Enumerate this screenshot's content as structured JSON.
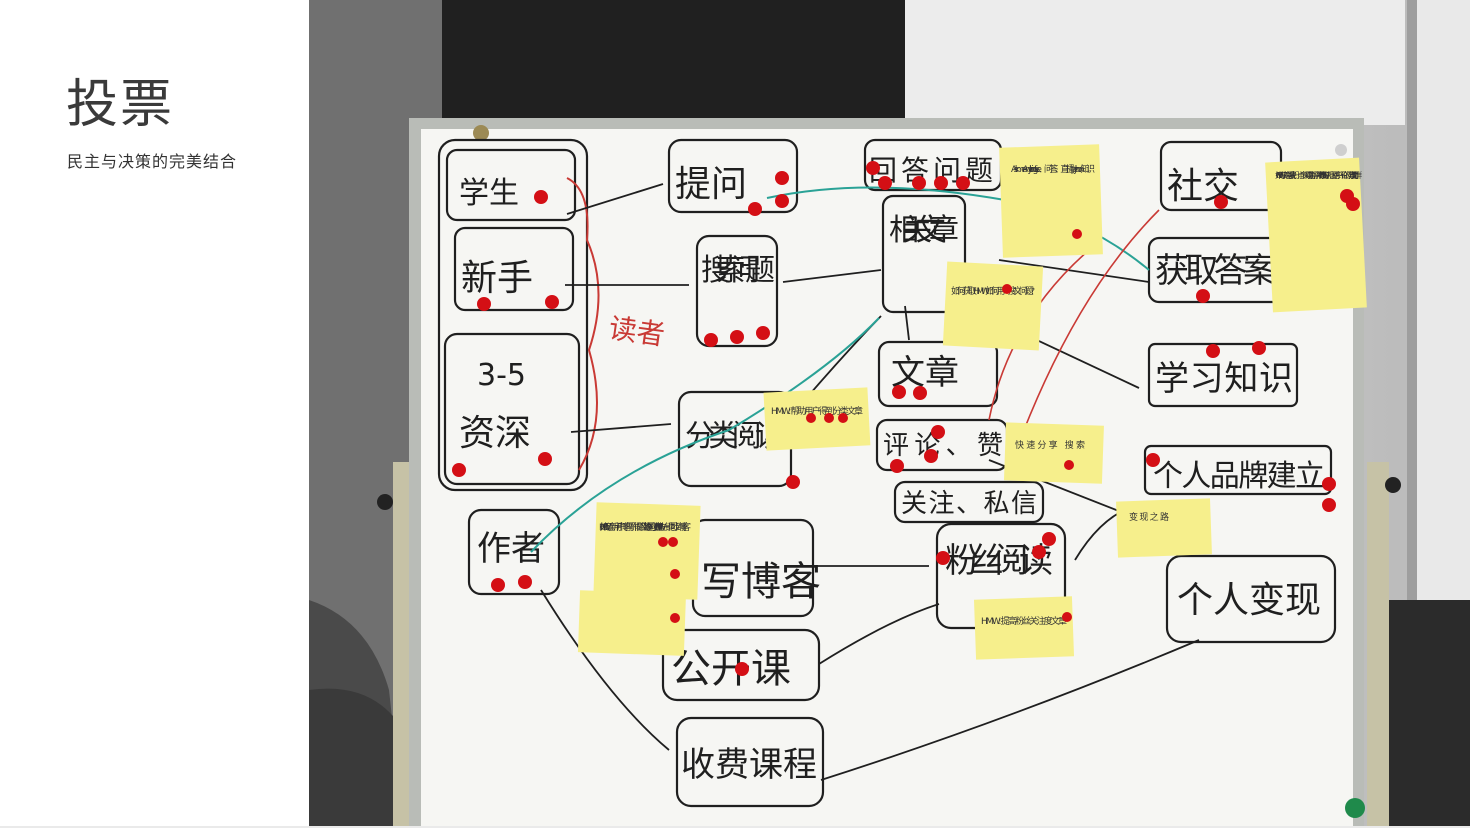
{
  "header": {
    "title": "投票",
    "subtitle": "民主与决策的完美结合"
  },
  "photo": {
    "board": {
      "labels": {
        "student": "学生",
        "newbie": "新手",
        "years": "3-5",
        "veteran": "资深",
        "reader": "读者",
        "author": "作者",
        "ask": "提问",
        "search": "搜索问题",
        "category": "分类阅读",
        "qa": "回答问题",
        "related": "相关文章",
        "article": "文章",
        "comment": "评论、赞",
        "follow": "关注、私信",
        "blog": "写博客",
        "public_course": "公开课",
        "paid_course": "收费课程",
        "fans": "粉丝阅读",
        "social": "社交",
        "answer": "获取答案",
        "learn": "学习知识",
        "brand": "个人品牌建立",
        "value": "个人变现"
      },
      "notes": {
        "n1": "Ask me Anything Live、问答、直播 python 知识",
        "n2": "如何获取 HMW: 如何用一搜文问题?",
        "n3": "HMW: 帮助用户得到分类文章",
        "n4": "HMW: 如何让新用户博客写作很感兴趣? 协同创作 HMW: 建立一键同步到博客",
        "n5": "HMW: 提高粉丝关注度文章",
        "n6": "快速分享 搜索",
        "n7": "变现之路",
        "n8": "HMW: 如何快速解决 我们一点多问题 成功解决问题 HMW: 如何从社区到 用户评论的问题 学习群 / 题目"
      },
      "colors": {
        "board": "#f6f6f3",
        "frame": "#b9bcb7",
        "marker": "#1f1f1f",
        "red_marker": "#c93a35",
        "teal_marker": "#2aa296",
        "dot": "#d40f15",
        "note": "#f6ef8c"
      }
    }
  }
}
